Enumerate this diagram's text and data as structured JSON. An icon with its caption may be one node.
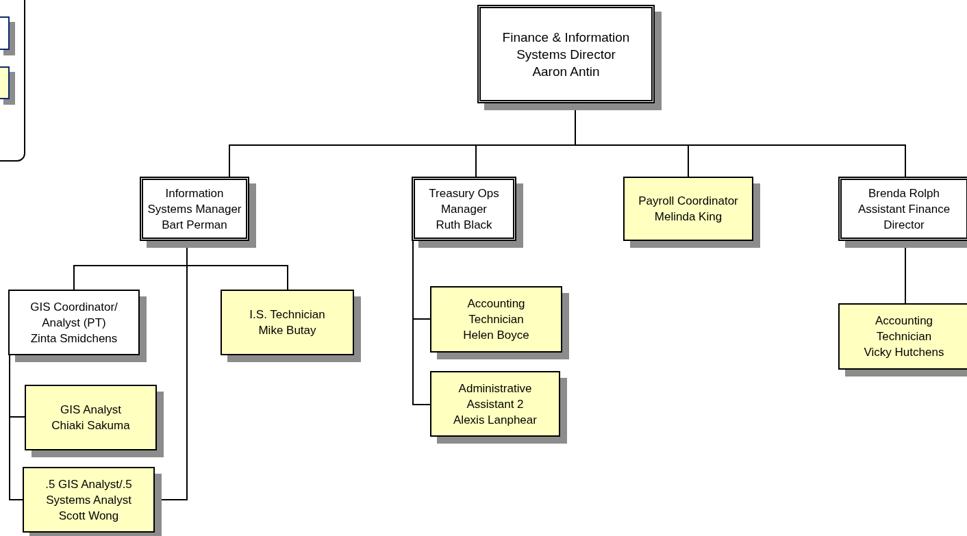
{
  "diagram": {
    "nodes": [
      {
        "text": [],
        "shape": "box"
      },
      {
        "text": [],
        "shape": "box",
        "in": 0
      },
      {
        "text": [],
        "shape": "box",
        "in": 0
      },
      {
        "text": [
          "Finance & Information Systems Director",
          "Aaron Antin"
        ]
      },
      {
        "text": [
          "Information Systems Manager",
          "Bart Perman"
        ]
      },
      {
        "text": [
          "Treasury Ops Manager",
          "Ruth Black"
        ]
      },
      {
        "text": [
          "Payroll Coordinator",
          "Melinda King"
        ]
      },
      {
        "text": [
          "Brenda Rolph",
          "Assistant Finance Director"
        ]
      },
      {
        "text": [
          "GIS Coordinator/ Analyst (PT)",
          "Zinta Smidchens"
        ]
      },
      {
        "text": [
          "I.S. Technician",
          "Mike Butay"
        ]
      },
      {
        "text": [
          "GIS Analyst",
          "Chiaki Sakuma"
        ]
      },
      {
        "text": [
          ".5 GIS Analyst/.5 Systems Analyst",
          "Scott Wong"
        ]
      },
      {
        "text": [
          "Accounting Technician",
          "Helen Boyce"
        ]
      },
      {
        "text": [
          "Administrative Assistant 2",
          "Alexis Lanphear"
        ]
      },
      {
        "text": [
          "Accounting Technician",
          "Vicky Hutchens"
        ]
      }
    ],
    "edges": [
      {
        "from": 3,
        "to": 4,
        "arrow": "none"
      },
      {
        "from": 3,
        "to": 5,
        "arrow": "none"
      },
      {
        "from": 3,
        "to": 6,
        "arrow": "none"
      },
      {
        "from": 3,
        "to": 7,
        "arrow": "none"
      },
      {
        "from": 4,
        "to": 8,
        "arrow": "none"
      },
      {
        "from": 4,
        "to": 9,
        "arrow": "none"
      },
      {
        "from": 4,
        "to": 11,
        "arrow": "none"
      },
      {
        "from": 8,
        "to": 10,
        "arrow": "none"
      },
      {
        "from": 8,
        "to": 11,
        "arrow": "none"
      },
      {
        "from": 5,
        "to": 12,
        "arrow": "none"
      },
      {
        "from": 5,
        "to": 13,
        "arrow": "none"
      },
      {
        "from": 7,
        "to": 14,
        "arrow": "none"
      }
    ]
  }
}
